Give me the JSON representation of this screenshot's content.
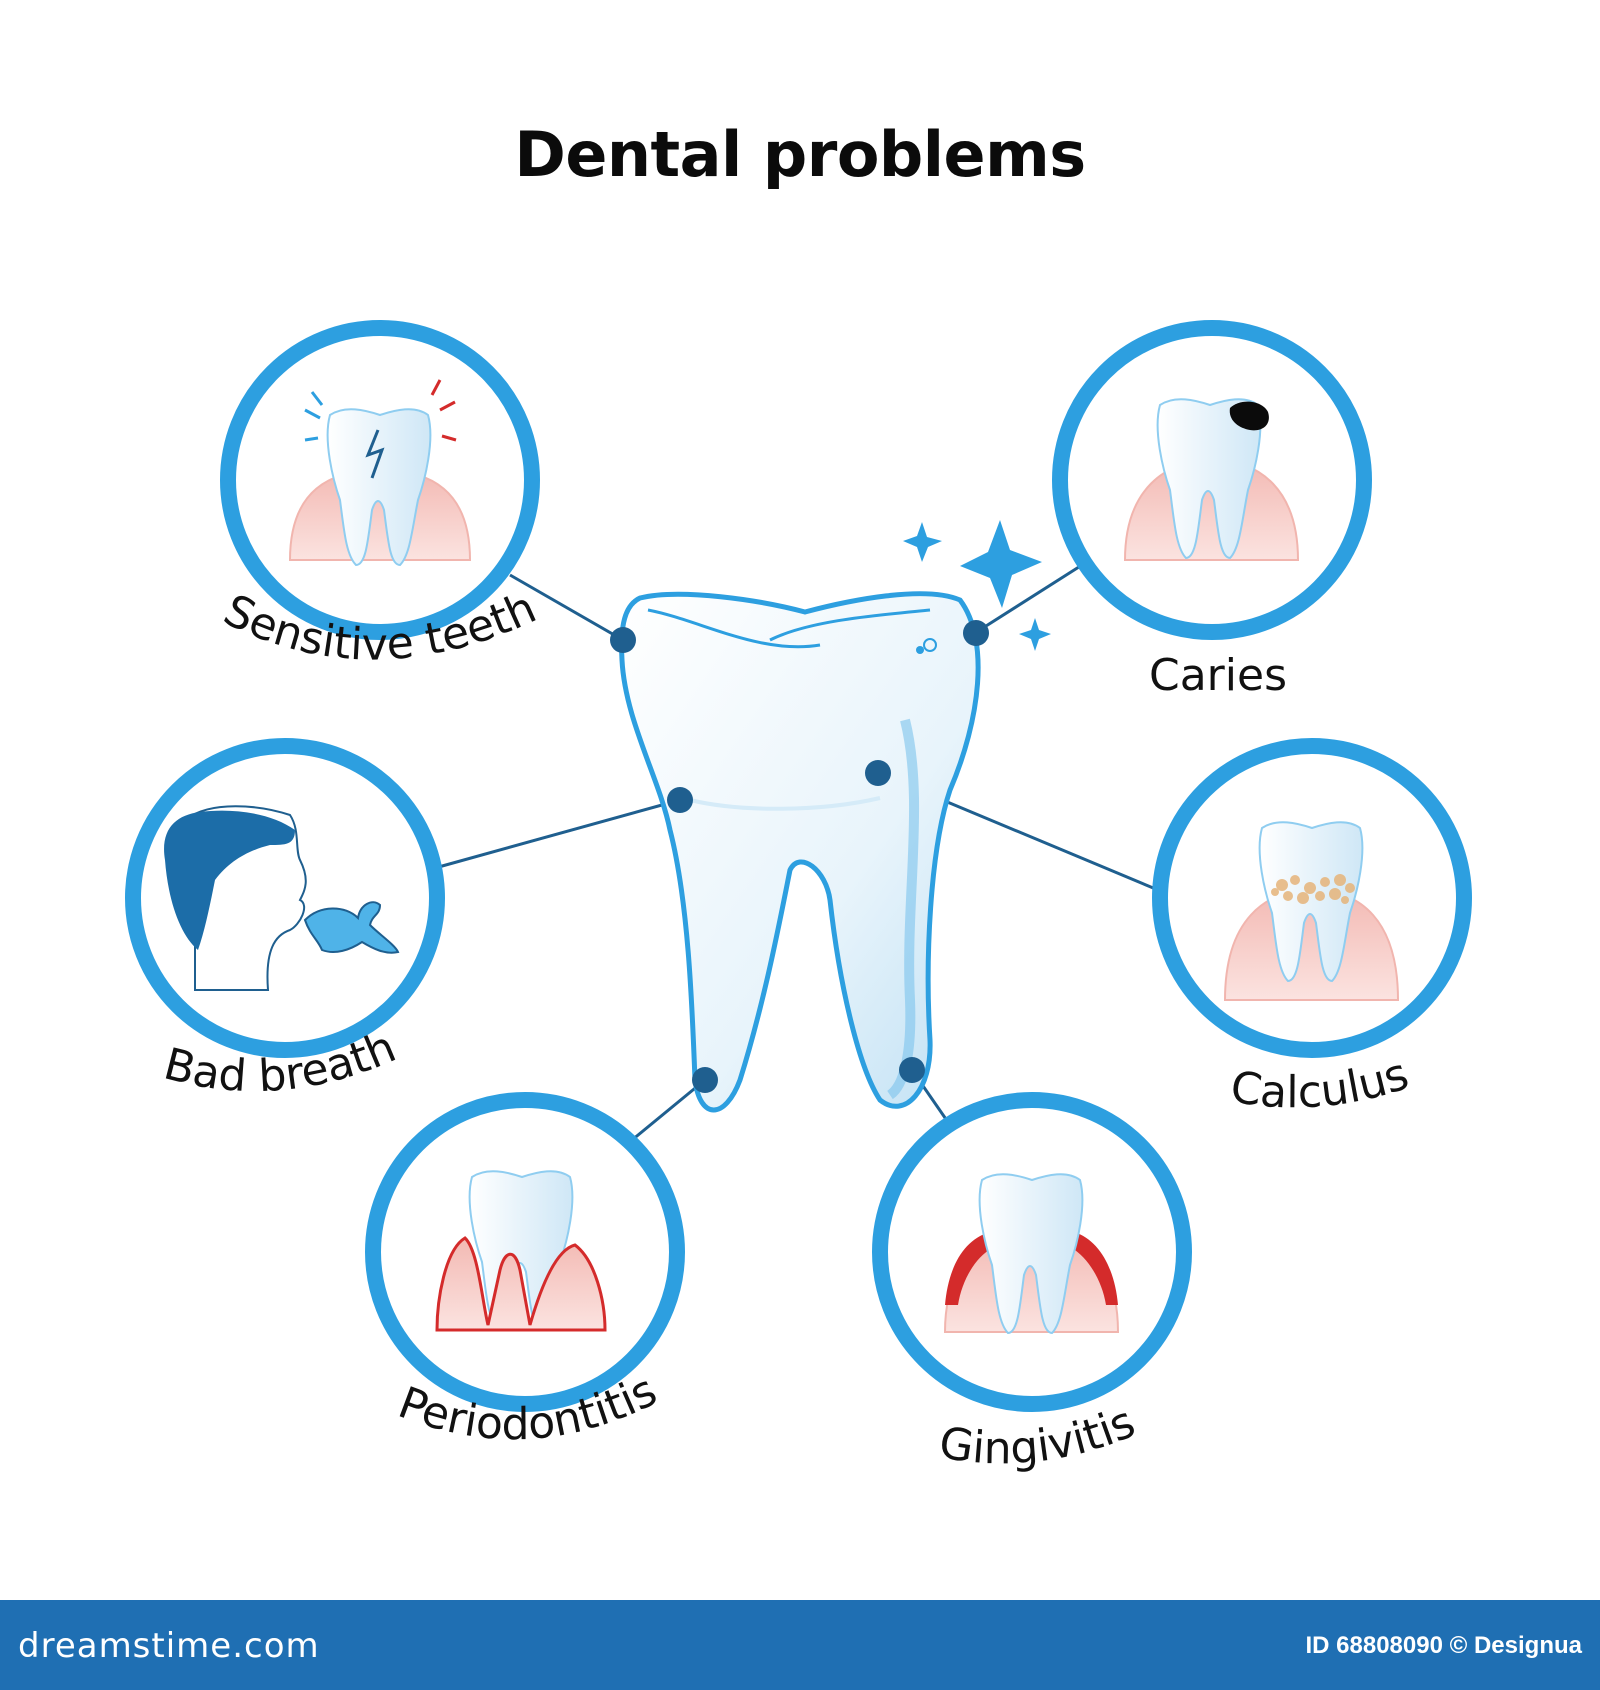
{
  "title": "Dental problems",
  "labels": {
    "sensitive_teeth": "Sensitive teeth",
    "caries": "Caries",
    "bad_breath": "Bad breath",
    "calculus": "Calculus",
    "periodontitis": "Periodontitis",
    "gingivitis": "Gingivitis"
  },
  "footer": {
    "site": "dreamstime.com",
    "credit": "ID 68808090 © Designua"
  },
  "colors": {
    "ring": "#2d9fe0",
    "connector": "#1f5f8f",
    "gum": "#f6c9c4",
    "inflamed_gum": "#d42b2b",
    "footer_bg": "#1f6fb3"
  }
}
